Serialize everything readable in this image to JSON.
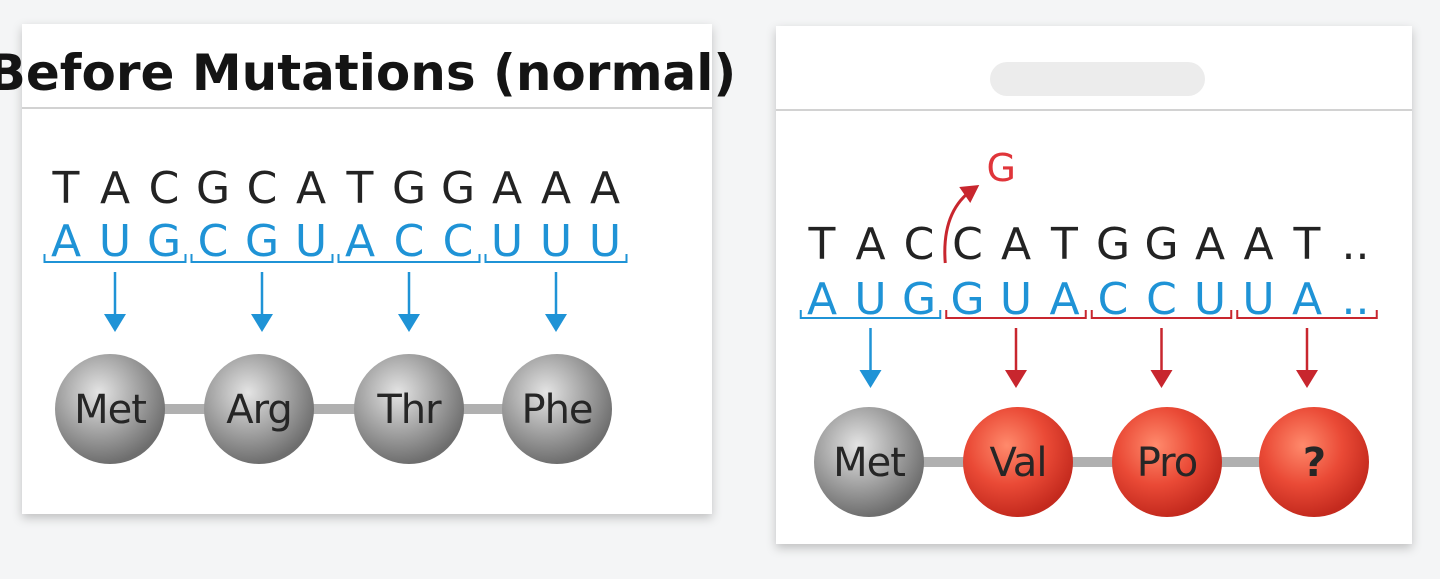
{
  "colors": {
    "dna": "#232323",
    "rna": "#1f93d6",
    "normal_link": "#1f93d6",
    "mutant_link": "#c8262e",
    "normal_ball": "#9a9a9a",
    "mutant_ball": "#ea4a36",
    "link_bar": "#b0b0b0",
    "insertion": "#e0353a"
  },
  "panels": [
    {
      "id": "before",
      "title": "Before Mutations (normal)",
      "dna": [
        "T",
        "A",
        "C",
        "G",
        "C",
        "A",
        "T",
        "G",
        "G",
        "A",
        "A",
        "A"
      ],
      "rna": [
        "A",
        "U",
        "G",
        "C",
        "G",
        "U",
        "A",
        "C",
        "C",
        "U",
        "U",
        "U"
      ],
      "codons": [
        {
          "amino_acid": "Met",
          "mutant": false
        },
        {
          "amino_acid": "Arg",
          "mutant": false
        },
        {
          "amino_acid": "Thr",
          "mutant": false
        },
        {
          "amino_acid": "Phe",
          "mutant": false
        }
      ]
    },
    {
      "id": "after",
      "title": "",
      "insertion": {
        "letter": "G",
        "icon": "curved-arrow-icon"
      },
      "dna": [
        "T",
        "A",
        "C",
        "C",
        "A",
        "T",
        "G",
        "G",
        "A",
        "A",
        "T",
        ".."
      ],
      "rna": [
        "A",
        "U",
        "G",
        "G",
        "U",
        "A",
        "C",
        "C",
        "U",
        "U",
        "A",
        ".."
      ],
      "codons": [
        {
          "amino_acid": "Met",
          "mutant": false
        },
        {
          "amino_acid": "Val",
          "mutant": true
        },
        {
          "amino_acid": "Pro",
          "mutant": true
        },
        {
          "amino_acid": "?",
          "mutant": true
        }
      ]
    }
  ]
}
